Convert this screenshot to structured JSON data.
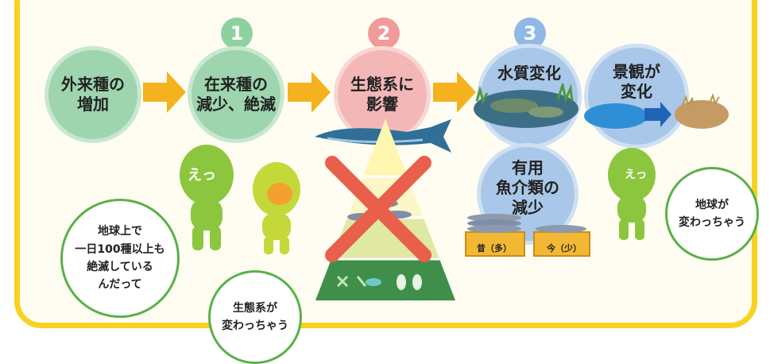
{
  "steps": [
    {
      "label_l1": "外来種の",
      "label_l2": "増加"
    },
    {
      "number": "1",
      "label_l1": "在来種の",
      "label_l2": "減少、絶滅"
    },
    {
      "number": "2",
      "label_l1": "生態系に",
      "label_l2": "影響"
    },
    {
      "number": "3"
    }
  ],
  "effects": {
    "water": "水質変化",
    "landscape_l1": "景観が",
    "landscape_l2": "変化",
    "fish_l1": "有用",
    "fish_l2": "魚介類の",
    "fish_l3": "減少",
    "crate_old": "昔（多）",
    "crate_now": "今（少）"
  },
  "speech": {
    "left_l1": "地球上で",
    "left_l2": "一日100種以上も",
    "left_l3": "絶滅している",
    "left_l4": "んだって",
    "middle_l1": "生態系が",
    "middle_l2": "変わっちゃう",
    "right_l1": "地球が",
    "right_l2": "変わっちゃう"
  },
  "characters": {
    "exclaim": "えっ"
  },
  "colors": {
    "frame": "#f7d21f",
    "green": "#9ed5ae",
    "pink": "#f4b7b7",
    "blue": "#a9c7e8",
    "arrow": "#f5b21f",
    "cross": "#e8604c",
    "mascot": "#8cc63f"
  }
}
